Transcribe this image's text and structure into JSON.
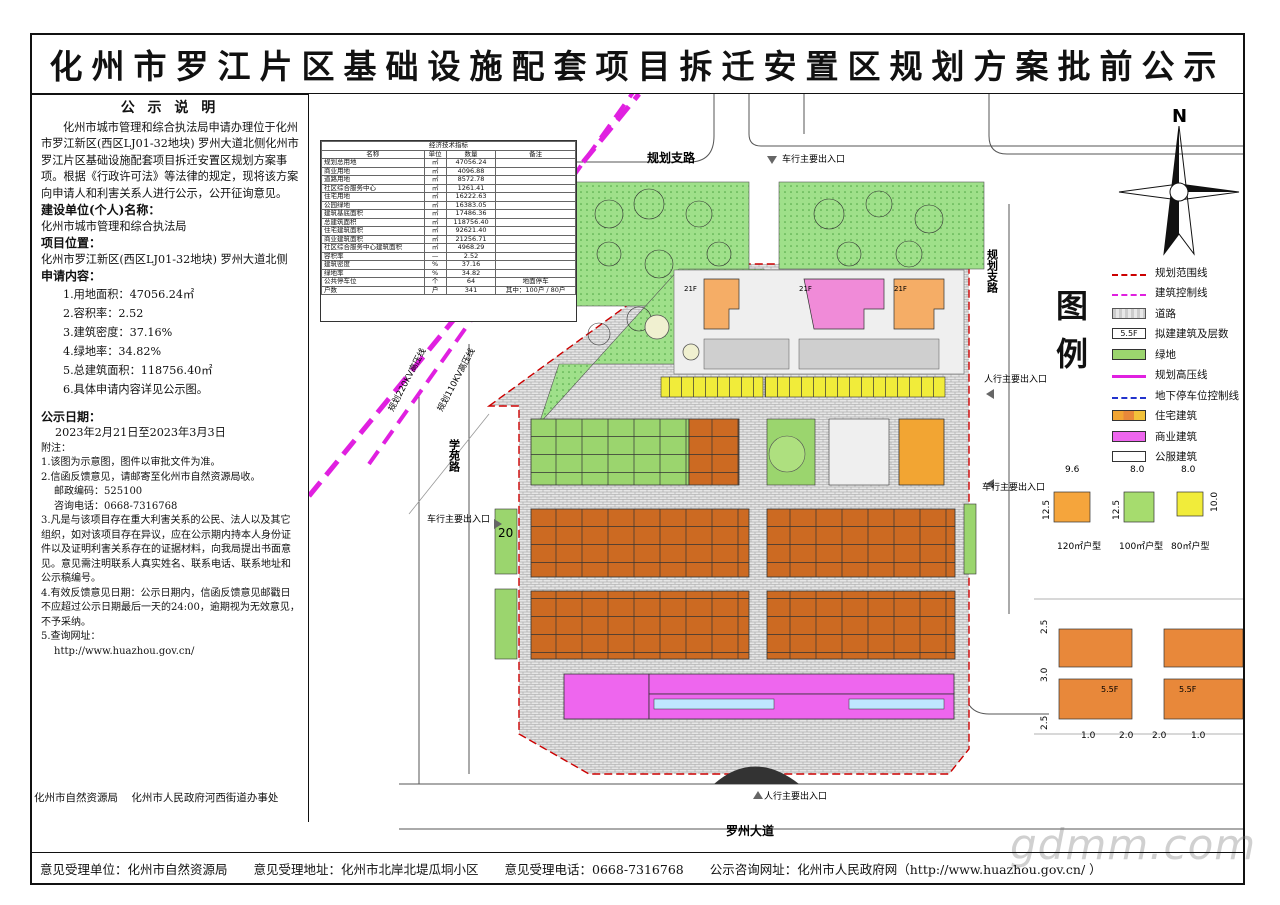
{
  "title": "化州市罗江片区基础设施配套项目拆迁安置区规划方案批前公示",
  "notice": {
    "heading": "公 示 说 明",
    "intro": "化州市城市管理和综合执法局申请办理位于化州市罗江新区(西区LJ01-32地块) 罗州大道北侧化州市罗江片区基础设施配套项目拆迁安置区规划方案事项。根据《行政许可法》等法律的规定，现将该方案向申请人和利害关系人进行公示，公开征询意见。",
    "unit_label": "建设单位(个人)名称：",
    "unit_value": "化州市城市管理和综合执法局",
    "location_label": "项目位置：",
    "location_value": "化州市罗江新区(西区LJ01-32地块) 罗州大道北侧",
    "content_label": "申请内容：",
    "content_items": [
      "1.用地面积：47056.24㎡",
      "2.容积率：2.52",
      "3.建筑密度：37.16%",
      "4.绿地率：34.82%",
      "5.总建筑面积：118756.40㎡",
      "6.具体申请内容详见公示图。"
    ],
    "date_label": "公示日期：",
    "date_value": "2023年2月21日至2023年3月3日",
    "appendix_label": "附注：",
    "appendix": [
      "1.该图为示意图，图件以审批文件为准。",
      "2.信函反馈意见，请邮寄至化州市自然资源局收。",
      "邮政编码：525100",
      "咨询电话：0668-7316768",
      "3.凡是与该项目存在重大利害关系的公民、法人以及其它组织，如对该项目存在异议，应在公示期内持本人身份证件以及证明利害关系存在的证据材料，向我局提出书面意见。意见需注明联系人真实姓名、联系电话、联系地址和公示稿编号。",
      "4.有效反馈意见日期：公示日期内，信函反馈意见邮戳日不应超过公示日期最后一天的24:00，逾期视为无效意见，不予采纳。",
      "5.查询网址：",
      "http://www.huazhou.gov.cn/"
    ],
    "signers": "化州市自然资源局    化州市人民政府河西街道办事处"
  },
  "footer": {
    "unit": "意见受理单位：化州市自然资源局",
    "address": "意见受理地址：化州市北岸北堤瓜垌小区",
    "phone": "意见受理电话：0668-7316768",
    "website": "公示咨询网址：化州市人民政府网（http://www.huazhou.gov.cn/ ）"
  },
  "stats_table": {
    "header": [
      "名称",
      "单位",
      "数量",
      "备注"
    ],
    "caption": "经济技术指标",
    "rows": [
      [
        "规划总用地",
        "㎡",
        "47056.24",
        ""
      ],
      [
        "商业用地",
        "㎡",
        "4096.88",
        ""
      ],
      [
        "道路用地",
        "㎡",
        "8572.78",
        ""
      ],
      [
        "社区综合服务中心",
        "㎡",
        "1261.41",
        ""
      ],
      [
        "住宅用地",
        "㎡",
        "16222.63",
        ""
      ],
      [
        "公园绿地",
        "㎡",
        "16383.05",
        ""
      ],
      [
        "建筑基底面积",
        "㎡",
        "17486.36",
        ""
      ],
      [
        "总建筑面积",
        "㎡",
        "118756.40",
        ""
      ],
      [
        "住宅建筑面积",
        "㎡",
        "92621.40",
        ""
      ],
      [
        "商业建筑面积",
        "㎡",
        "21256.71",
        ""
      ],
      [
        "社区综合服务中心建筑面积",
        "㎡",
        "4968.29",
        ""
      ],
      [
        "容积率",
        "—",
        "2.52",
        ""
      ],
      [
        "建筑密度",
        "%",
        "37.16",
        ""
      ],
      [
        "绿地率",
        "%",
        "34.82",
        ""
      ],
      [
        "公共停车位",
        "个",
        "64",
        "地面停车"
      ],
      [
        "户数",
        "户",
        "341",
        "其中：100户 / 80户"
      ]
    ],
    "group_labels": [
      "其中",
      "其中"
    ]
  },
  "map": {
    "north": "N",
    "roads": {
      "top": "规划支路",
      "right": "规划支路",
      "left": "学苑路",
      "bottom": "罗州大道",
      "hv1": "规划220KV高压线",
      "hv2": "规划110KV高压线"
    },
    "entrances": {
      "car_top": "车行主要出入口",
      "ped_right": "人行主要出入口",
      "car_right": "车行主要出入口",
      "car_left": "车行主要出入口",
      "ped_bottom": "人行主要出入口"
    },
    "labels": {
      "floors_21": "21F",
      "floors_5": "5.5F",
      "num_20": "20"
    }
  },
  "legend": {
    "title": "图 例",
    "items": [
      {
        "label": "规划范围线",
        "kind": "dash-red"
      },
      {
        "label": "建筑控制线",
        "kind": "dash-magenta"
      },
      {
        "label": "道路",
        "kind": "road"
      },
      {
        "label": "拟建建筑及层数",
        "kind": "text",
        "text": "5.5F"
      },
      {
        "label": "绿地",
        "kind": "green"
      },
      {
        "label": "规划高压线",
        "kind": "magenta-line"
      },
      {
        "label": "地下停车位控制线",
        "kind": "blue-dash"
      },
      {
        "label": "住宅建筑",
        "kind": "orange"
      },
      {
        "label": "商业建筑",
        "kind": "magenta"
      },
      {
        "label": "公服建筑",
        "kind": "white"
      }
    ],
    "unit_types": {
      "dims_top": [
        "9.6",
        "8.0",
        "8.0"
      ],
      "dims_side": [
        "12.5",
        "12.5",
        "10.0"
      ],
      "captions": [
        "120㎡户型",
        "100㎡户型",
        "80㎡户型"
      ]
    },
    "layout_dims": {
      "side": [
        "2.5",
        "3.0",
        "2.5"
      ],
      "bottom": [
        "1.0",
        "2.0",
        "2.0",
        "1.0"
      ],
      "floors": "5.5F"
    }
  },
  "watermark": "gdmm.com",
  "colors": {
    "residential": "#e8883a",
    "commercial": "#ee66ee",
    "green": "#8fd67a",
    "road": "#d9d9d9",
    "boundary": "#cc0000",
    "hv_line": "#e020e0",
    "yellow_unit": "#f2f21a"
  }
}
